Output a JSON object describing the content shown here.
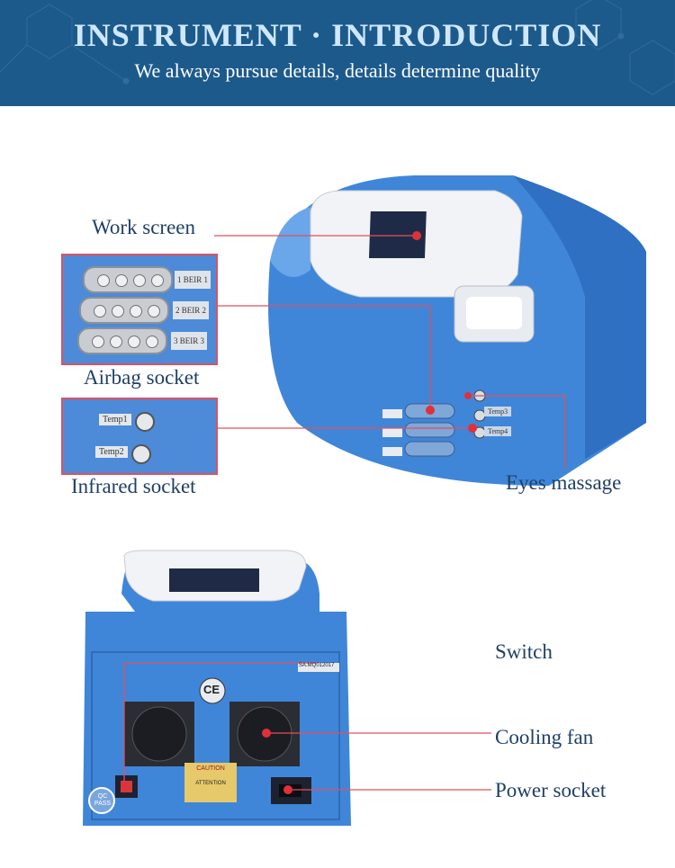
{
  "header": {
    "title": "INSTRUMENT · INTRODUCTION",
    "subtitle": "We always pursue details, details determine quality"
  },
  "top_section": {
    "labels": {
      "work_screen": "Work screen",
      "airbag_socket": "Airbag socket",
      "infrared_socket": "Infrared socket",
      "eyes_massage": "Eyes massage"
    },
    "airbag_tags": [
      "1 BEIR 1",
      "2 BEIR 2",
      "3 BEIR 3"
    ],
    "temp_tags": [
      "Temp1",
      "Temp2"
    ],
    "device_temp_tags": [
      "Temp3",
      "Temp4"
    ]
  },
  "bottom_section": {
    "labels": {
      "switch": "Switch",
      "cooling_fan": "Cooling fan",
      "power_socket": "Power socket"
    },
    "ce_mark": "CE",
    "qc_badge": "QC PASS",
    "caution_label": "CAUTION",
    "attention_label": "ATTENTION",
    "serial_plate": "SA.MQ012017"
  },
  "colors": {
    "banner": "#1d5a8c",
    "device_blue": "#3f86d9",
    "pointer_line": "#e0505f",
    "label_text": "#1f3f66"
  }
}
